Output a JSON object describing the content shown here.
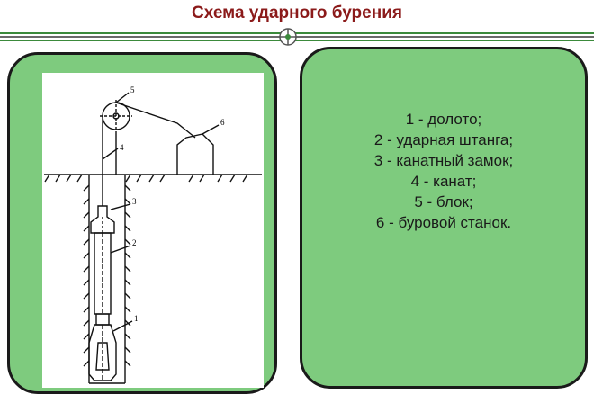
{
  "title": "Схема ударного бурения",
  "diagram": {
    "labels": [
      "1",
      "2",
      "3",
      "4",
      "5",
      "6"
    ]
  },
  "legend": [
    "1 - долото;",
    "2 - ударная штанга;",
    "3 - канатный замок;",
    "4 - канат;",
    "5 - блок;",
    "6 - буровой  станок."
  ],
  "colors": {
    "title": "#8b1a1a",
    "panel": "#7ecb7e",
    "divider_green": "#3b8a3b"
  }
}
